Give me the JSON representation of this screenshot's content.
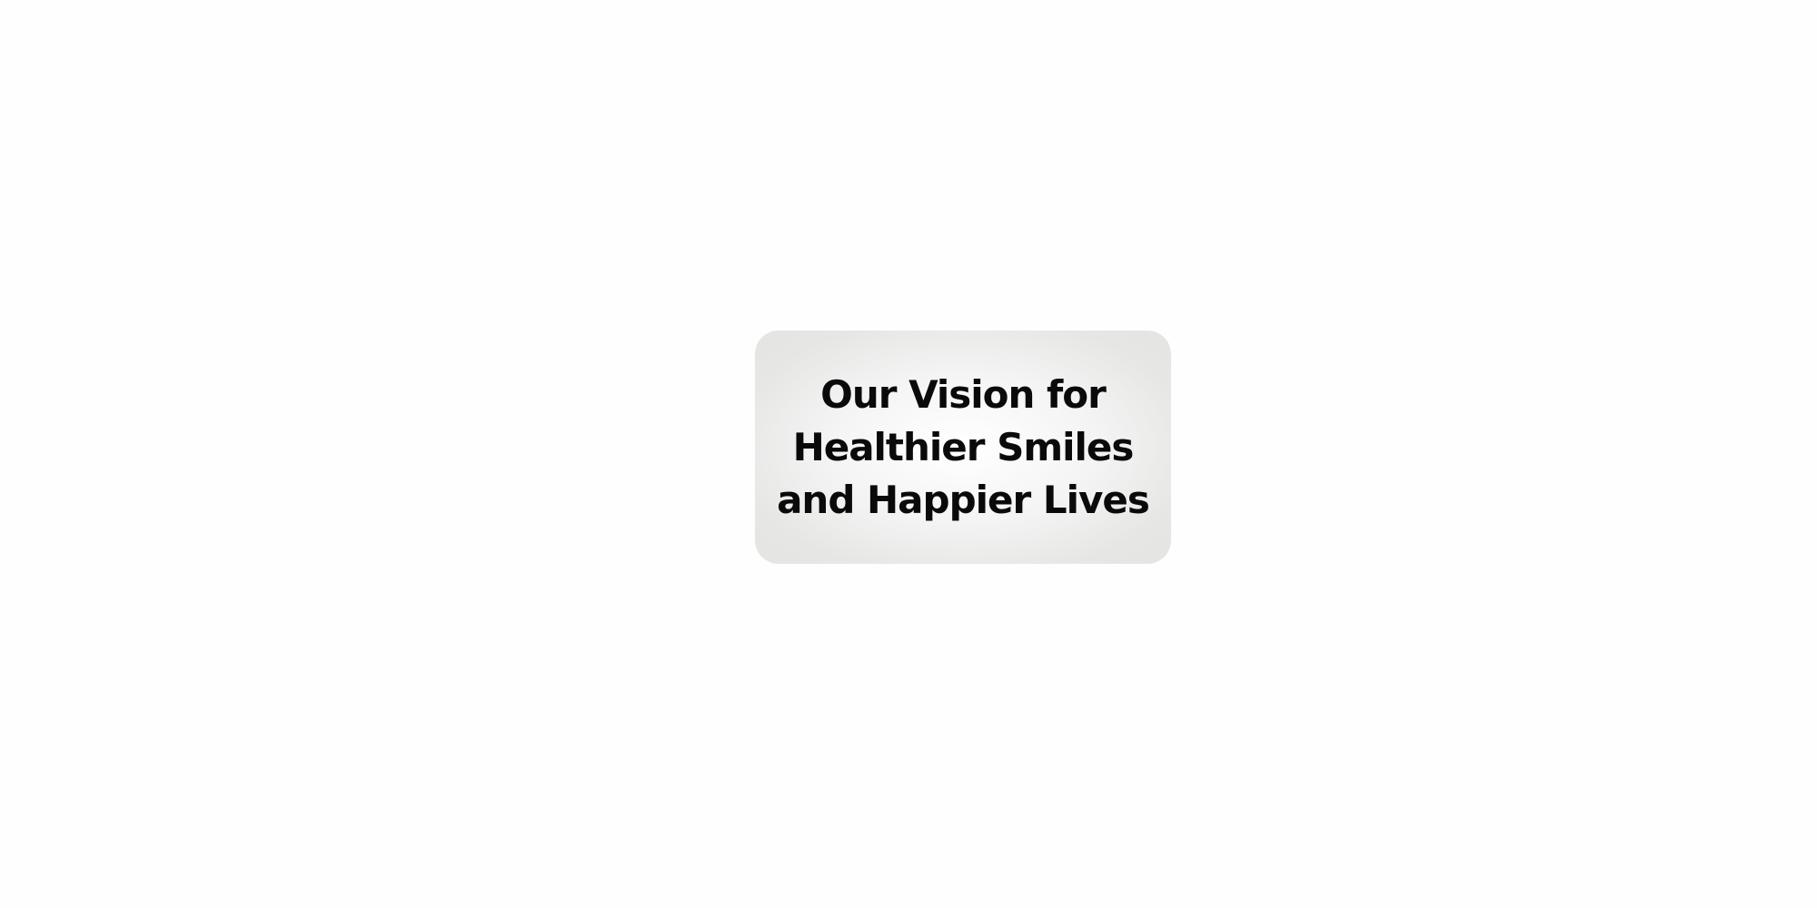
{
  "card": {
    "headline_lines": [
      "Our Vision for",
      "Healthier Smiles",
      "and Happier Lives"
    ]
  }
}
